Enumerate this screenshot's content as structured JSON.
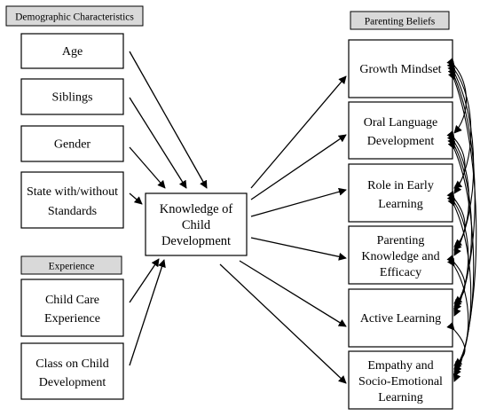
{
  "headers": {
    "demographic": "Demographic Characteristics",
    "experience": "Experience",
    "parenting": "Parenting Beliefs"
  },
  "left_boxes": {
    "age": [
      "Age"
    ],
    "siblings": [
      "Siblings"
    ],
    "gender": [
      "Gender"
    ],
    "state": [
      "State with/without",
      "Standards"
    ],
    "child_care": [
      "Child Care",
      "Experience"
    ],
    "class": [
      "Class on Child",
      "Development"
    ]
  },
  "center_box": [
    "Knowledge of",
    "Child",
    "Development"
  ],
  "right_boxes": {
    "growth": [
      "Growth Mindset"
    ],
    "oral": [
      "Oral Language",
      "Development"
    ],
    "role": [
      "Role in Early",
      "Learning"
    ],
    "parenting_knowledge": [
      "Parenting",
      "Knowledge and",
      "Efficacy"
    ],
    "active": [
      "Active Learning"
    ],
    "empathy": [
      "Empathy and",
      "Socio-Emotional",
      "Learning"
    ]
  },
  "colors": {
    "header_fill": "#d9d9d9",
    "stroke": "#000000",
    "background": "#ffffff"
  }
}
